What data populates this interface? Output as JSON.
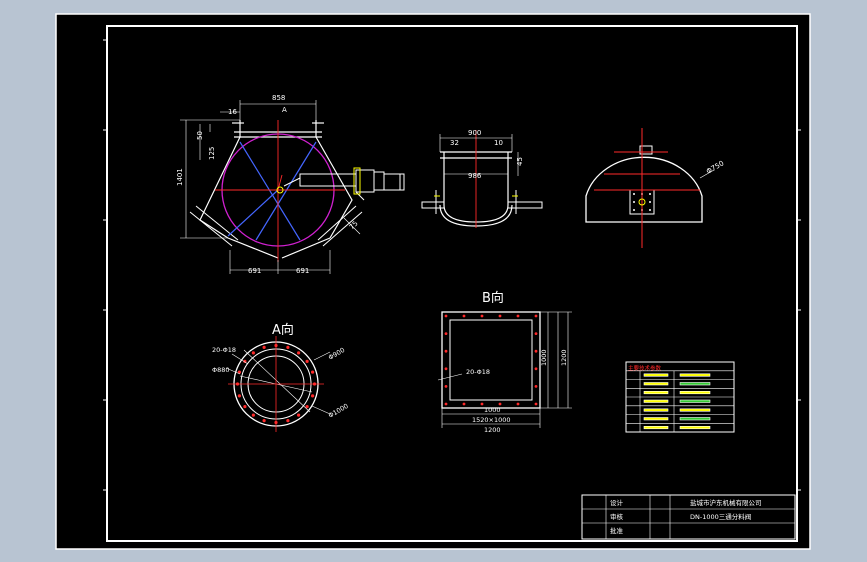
{
  "viewport": {
    "background": "#b8c4d2",
    "sheet_color": "#000000",
    "line_color": "#ffffff"
  },
  "views": {
    "front": {
      "dimensions": [
        "858",
        "16",
        "50",
        "125",
        "1401",
        "691",
        "691",
        "75",
        "A"
      ]
    },
    "side": {
      "dimensions": [
        "900",
        "32",
        "10",
        "986",
        "45"
      ]
    },
    "top": {
      "dimensions": [
        "Φ750"
      ]
    },
    "view_a": {
      "label": "A向",
      "dimensions": [
        "Φ880",
        "Φ900",
        "20-Φ18",
        "Φ1000"
      ]
    },
    "view_b": {
      "label": "B向",
      "dimensions": [
        "20-Φ18",
        "1000",
        "1200",
        "1000",
        "1200",
        "1520×1000"
      ]
    }
  },
  "tech_table": {
    "header": "主要技术参数",
    "rows": 8
  },
  "title_block": {
    "company": "盐城市沪东机械有限公司",
    "drawing_title": "DN-1000三通分料阀",
    "cells": [
      "设计",
      "审核",
      "批准"
    ]
  },
  "colors": {
    "white": "#ffffff",
    "red": "#ff2a2a",
    "magenta": "#d020d0",
    "blue": "#4466ff",
    "yellow": "#ffff00",
    "green": "#33cc33"
  }
}
